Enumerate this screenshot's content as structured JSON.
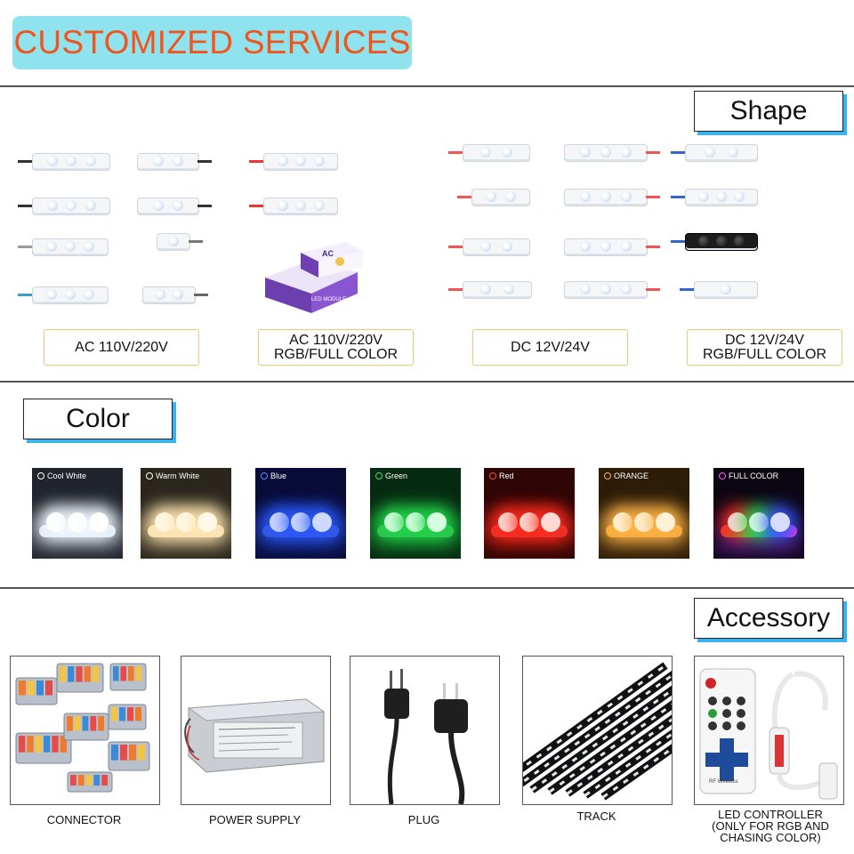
{
  "banner": {
    "title": "CUSTOMIZED SERVICES"
  },
  "sections": {
    "shape": {
      "title": "Shape"
    },
    "color": {
      "title": "Color"
    },
    "accessory": {
      "title": "Accessory"
    }
  },
  "shape_groups": [
    {
      "line1": "AC 110V/220V",
      "line2": ""
    },
    {
      "line1": "AC 110V/220V",
      "line2": "RGB/FULL COLOR"
    },
    {
      "line1": "DC 12V/24V",
      "line2": ""
    },
    {
      "line1": "DC 12V/24V",
      "line2": "RGB/FULL COLOR"
    }
  ],
  "box_product": {
    "line1": "AC",
    "line2": "LED MODULE"
  },
  "colors": [
    {
      "name": "Cool White",
      "color": "#e8f2ff"
    },
    {
      "name": "Warm White",
      "color": "#ffe6b0"
    },
    {
      "name": "Blue",
      "color": "#2a5bff"
    },
    {
      "name": "Green",
      "color": "#22d44a"
    },
    {
      "name": "Red",
      "color": "#ff2a1e"
    },
    {
      "name": "ORANGE",
      "color": "#ffb347"
    },
    {
      "name": "FULL COLOR",
      "color": "#ff3355"
    }
  ],
  "accessories": [
    {
      "name": "CONNECTOR"
    },
    {
      "name": "POWER SUPPLY"
    },
    {
      "name": "PLUG"
    },
    {
      "name": "TRACK"
    },
    {
      "name": "LED CONTROLLER",
      "note1": "(ONLY FOR RGB AND",
      "note2": "CHASING COLOR)"
    }
  ],
  "remote": {
    "brand": "RF Wireless"
  }
}
